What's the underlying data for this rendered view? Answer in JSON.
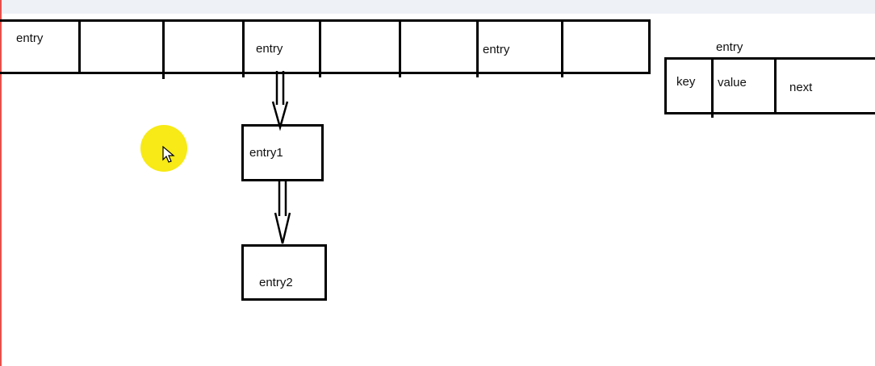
{
  "array": {
    "cells": [
      {
        "label": "entry"
      },
      {
        "label": ""
      },
      {
        "label": ""
      },
      {
        "label": "entry"
      },
      {
        "label": ""
      },
      {
        "label": ""
      },
      {
        "label": "entry"
      },
      {
        "label": ""
      }
    ]
  },
  "chain": {
    "first": "entry1",
    "second": "entry2"
  },
  "entry_structure": {
    "title": "entry",
    "fields": [
      "key",
      "value",
      "next"
    ]
  },
  "cursor": {
    "highlight_color": "#f7ea16",
    "icon": "mouse-pointer-icon"
  }
}
